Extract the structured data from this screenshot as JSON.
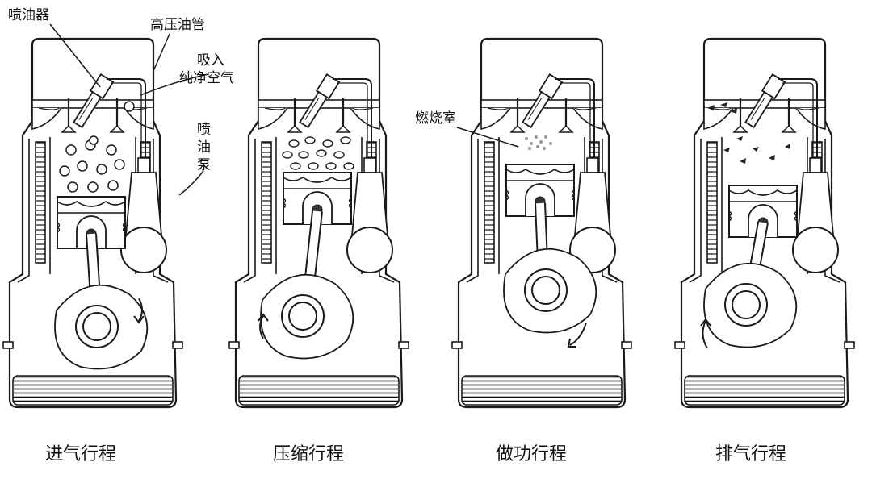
{
  "annotations": {
    "injector": "喷油器",
    "high_pressure_pipe": "高压油管",
    "intake_line1": "吸入",
    "intake_line2": "纯净空气",
    "pump_line1": "喷",
    "pump_line2": "油",
    "pump_line3": "泵",
    "combustion_chamber": "燃烧室"
  },
  "strokes": [
    {
      "key": "intake",
      "caption": "进气行程"
    },
    {
      "key": "compression",
      "caption": "压缩行程"
    },
    {
      "key": "power",
      "caption": "做功行程"
    },
    {
      "key": "exhaust",
      "caption": "排气行程"
    }
  ],
  "colors": {
    "line": "#1a1a1a",
    "fill": "#ffffff",
    "shade": "#d9d9d9"
  }
}
